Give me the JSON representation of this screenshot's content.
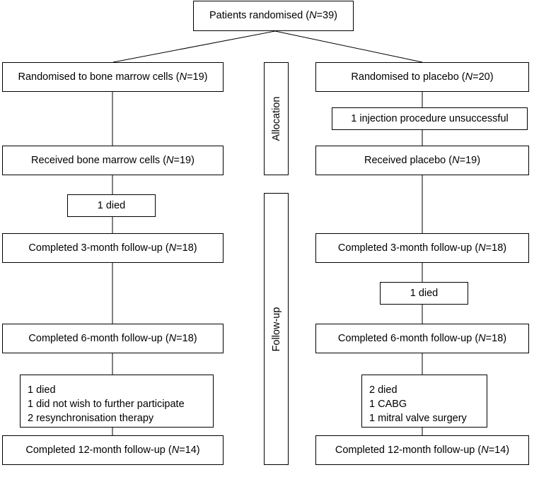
{
  "top": {
    "pre": "Patients randomised (",
    "n": "N",
    "post": "=39)"
  },
  "left": {
    "randomised": {
      "pre": "Randomised to bone marrow cells (",
      "n": "N",
      "post": "=19)"
    },
    "received": {
      "pre": "Received bone marrow cells (",
      "n": "N",
      "post": "=19)"
    },
    "died_box": "1 died",
    "fu3": {
      "pre": "Completed 3-month follow-up (",
      "n": "N",
      "post": "=18)"
    },
    "fu6": {
      "pre": "Completed 6-month follow-up (",
      "n": "N",
      "post": "=18)"
    },
    "loss_list": [
      "1 died",
      "1 did not wish to further participate",
      "2 resynchronisation therapy"
    ],
    "fu12": {
      "pre": "Completed 12-month follow-up (",
      "n": "N",
      "post": "=14)"
    }
  },
  "right": {
    "randomised": {
      "pre": "Randomised to placebo (",
      "n": "N",
      "post": "=20)"
    },
    "injection_box": "1 injection procedure unsuccessful",
    "received": {
      "pre": "Received placebo (",
      "n": "N",
      "post": "=19)"
    },
    "fu3": {
      "pre": "Completed 3-month follow-up (",
      "n": "N",
      "post": "=18)"
    },
    "died_box": "1 died",
    "fu6": {
      "pre": "Completed 6-month follow-up (",
      "n": "N",
      "post": "=18)"
    },
    "loss_list": [
      "2 died",
      "1 CABG",
      "1 mitral valve surgery"
    ],
    "fu12": {
      "pre": "Completed 12-month follow-up (",
      "n": "N",
      "post": "=14)"
    }
  },
  "phases": {
    "allocation": "Allocation",
    "followup": "Follow-up"
  }
}
